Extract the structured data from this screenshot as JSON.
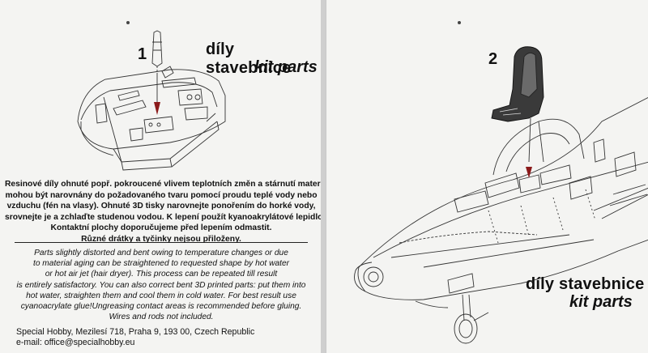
{
  "left_page": {
    "step_number": "1",
    "title_cz": "díly stavebnice",
    "title_en": "kit parts",
    "instructions_cz": [
      "Resinové díly ohnuté popř. pokroucené vlivem teplotních změn a stárnutí materiálu,",
      "mohou být narovnány do požadovaného tvaru pomocí proudu teplé vody nebo",
      "vzduchu (fén na vlasy). Ohnuté 3D tisky narovnejte ponořením do horké vody,",
      "srovnejte je a zchlaďte studenou vodou. K lepení použít kyanoakrylátové lepidlo!",
      "Kontaktní plochy doporučujeme před lepením odmastit.",
      "Různé drátky a tyčinky nejsou přiloženy."
    ],
    "instructions_en": [
      "Parts slightly distorted and bent owing to temperature changes or due",
      "to material aging can be straightened to requested shape by hot water",
      "or hot  air jet (hair dryer). This process can be repeated till result",
      "is entirely satisfactory. You can also correct bent 3D printed parts: put them into",
      "hot water, straighten them and cool them in cold water. For best result use",
      "cyanoacrylate glue!Ungreasing contact areas  is recommended before gluing.",
      "Wires and rods not included."
    ],
    "footer": {
      "address": "Special Hobby, Mezilesí 718, Praha 9, 193 00, Czech Republic",
      "email": "e-mail: office@specialhobby.eu"
    }
  },
  "right_page": {
    "step_number": "2",
    "title_cz": "díly stavebnice",
    "title_en": "kit parts"
  },
  "colors": {
    "paper": "#f4f4f2",
    "ink": "#111111",
    "arrow_red": "#8b1a1a"
  },
  "illustrations": {
    "left": "cockpit-tub-with-control-stick",
    "right": "jet-fuselage-with-ejection-seat"
  }
}
